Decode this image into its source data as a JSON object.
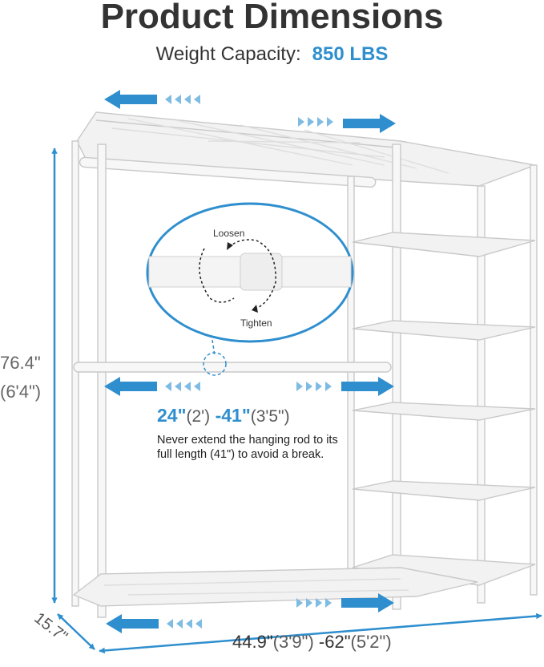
{
  "title": "Product Dimensions",
  "weight_capacity": {
    "label": "Weight Capacity:",
    "value": "850 LBS"
  },
  "height": {
    "inches": "76.4\"",
    "feet": "(6'4\")"
  },
  "depth": "15.7\"",
  "rod": {
    "min": "24\"",
    "min_ft": "(2')",
    "separator": "-",
    "max": "41\"",
    "max_ft": "(3'5\")"
  },
  "rod_note": "Never extend the hanging rod to its full length (41\") to avoid a break.",
  "width": {
    "min": "44.9\"",
    "min_ft": "(3'9\")",
    "separator": "-",
    "max": "62\"",
    "max_ft": "(5'2\")"
  },
  "zoom_labels": {
    "loosen": "Loosen",
    "tighten": "Tighten"
  },
  "colors": {
    "accent": "#2f8fce",
    "rack": "#f4f4f4",
    "rack_edge": "#c9c9c9",
    "text": "#333333"
  },
  "icons": [
    "double-arrow-left-icon",
    "double-arrow-right-icon",
    "rotate-arrow-icon"
  ]
}
